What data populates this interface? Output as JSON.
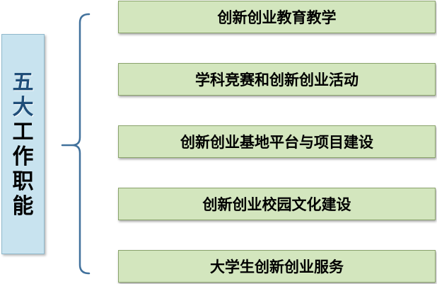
{
  "left_panel": {
    "chars": [
      {
        "text": "五",
        "style": "accent"
      },
      {
        "text": "大",
        "style": "accent"
      },
      {
        "text": "工",
        "style": "normal"
      },
      {
        "text": "作",
        "style": "normal"
      },
      {
        "text": "职",
        "style": "normal"
      },
      {
        "text": "能",
        "style": "normal"
      }
    ]
  },
  "items": [
    {
      "label": "创新创业教育教学"
    },
    {
      "label": "学科竞赛和创新创业活动"
    },
    {
      "label": "创新创业基地平台与项目建设"
    },
    {
      "label": "创新创业校园文化建设"
    },
    {
      "label": "大学生创新创业服务"
    }
  ],
  "colors": {
    "left_panel_bg": "#c8e3ef",
    "accent_text": "#1f4e79",
    "item_bg": "#d3e6be",
    "brace": "#41719c"
  }
}
